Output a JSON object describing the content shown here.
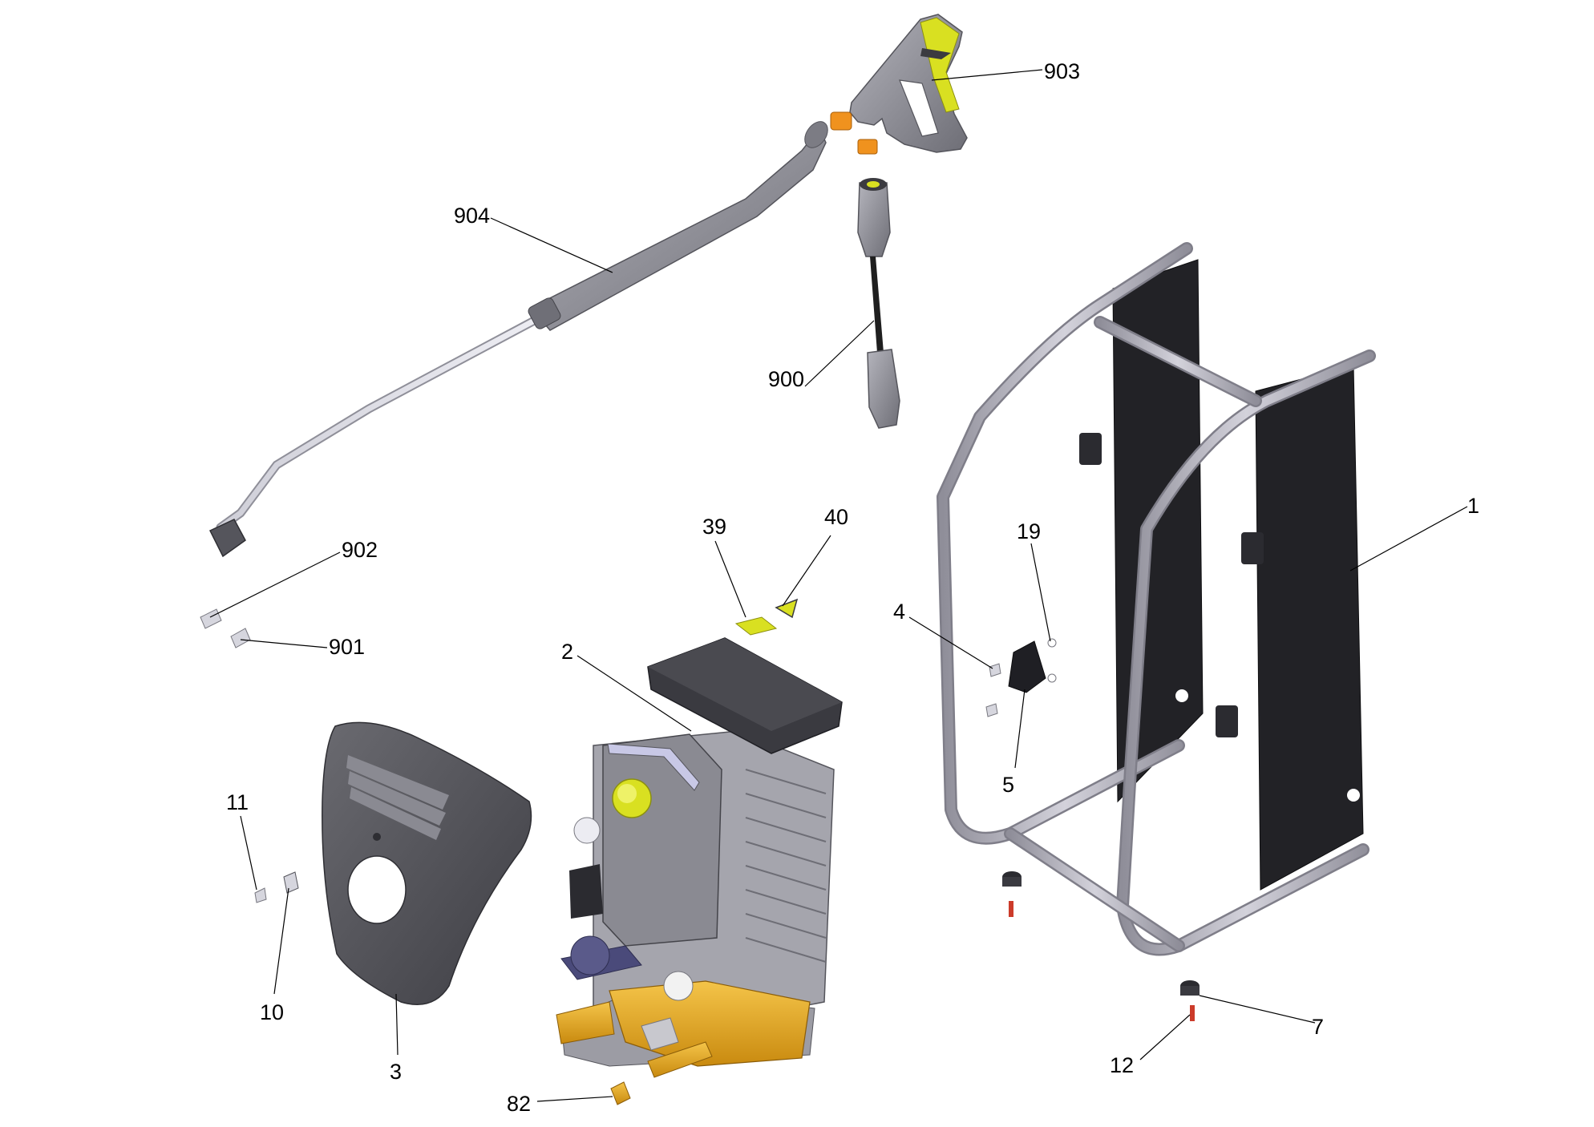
{
  "callouts": [
    {
      "id": "903",
      "label": "903"
    },
    {
      "id": "904",
      "label": "904"
    },
    {
      "id": "900",
      "label": "900"
    },
    {
      "id": "902",
      "label": "902"
    },
    {
      "id": "901",
      "label": "901"
    },
    {
      "id": "39",
      "label": "39"
    },
    {
      "id": "40",
      "label": "40"
    },
    {
      "id": "1",
      "label": "1"
    },
    {
      "id": "19",
      "label": "19"
    },
    {
      "id": "4",
      "label": "4"
    },
    {
      "id": "2",
      "label": "2"
    },
    {
      "id": "5",
      "label": "5"
    },
    {
      "id": "11",
      "label": "11"
    },
    {
      "id": "10",
      "label": "10"
    },
    {
      "id": "3",
      "label": "3"
    },
    {
      "id": "82",
      "label": "82"
    },
    {
      "id": "7",
      "label": "7"
    },
    {
      "id": "12",
      "label": "12"
    }
  ],
  "colors": {
    "part_grey": "#8a8a92",
    "part_dark": "#2b2b2b",
    "frame_grey": "#a9a8b3",
    "brass": "#e0a21a",
    "accent_yellow": "#d9e021",
    "orange": "#f0921e",
    "hose_black": "#1f1f1f"
  }
}
